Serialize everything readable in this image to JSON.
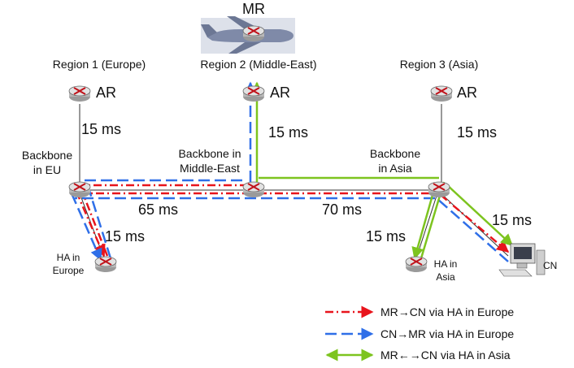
{
  "labels": {
    "mr": "MR",
    "region1": "Region 1 (Europe)",
    "region2": "Region 2 (Middle-East)",
    "region3": "Region 3 (Asia)",
    "ar1": "AR",
    "ar2": "AR",
    "ar3": "AR",
    "backbone_eu_1": "Backbone",
    "backbone_eu_2": "in EU",
    "backbone_me_1": "Backbone in",
    "backbone_me_2": "Middle-East",
    "backbone_asia_1": "Backbone",
    "backbone_asia_2": "in Asia",
    "ha_eu_1": "HA in",
    "ha_eu_2": "Europe",
    "ha_asia_1": "HA in",
    "ha_asia_2": "Asia",
    "cn": "CN",
    "lat_r1": "15 ms",
    "lat_r2": "15 ms",
    "lat_r3": "15 ms",
    "lat_eu_me": "65 ms",
    "lat_me_asia": "70 ms",
    "lat_ha_eu": "15 ms",
    "lat_ha_asia": "15 ms",
    "lat_cn": "15 ms"
  },
  "legend": [
    {
      "label": "MR→CN via HA in Europe",
      "color": "#e8141c",
      "style": "dash-dot"
    },
    {
      "label": "CN→MR via HA in Europe",
      "color": "#2f6fe8",
      "style": "dashed"
    },
    {
      "label": "MR←→CN via HA in Asia",
      "color": "#7dc41f",
      "style": "solid"
    }
  ],
  "colors": {
    "red": "#e8141c",
    "blue": "#2f6fe8",
    "green": "#7dc41f",
    "router_fill": "#d6d6d6",
    "router_x": "#c0121a",
    "plane": "#7f8aa8",
    "plane_bg": "#dde1ea"
  }
}
